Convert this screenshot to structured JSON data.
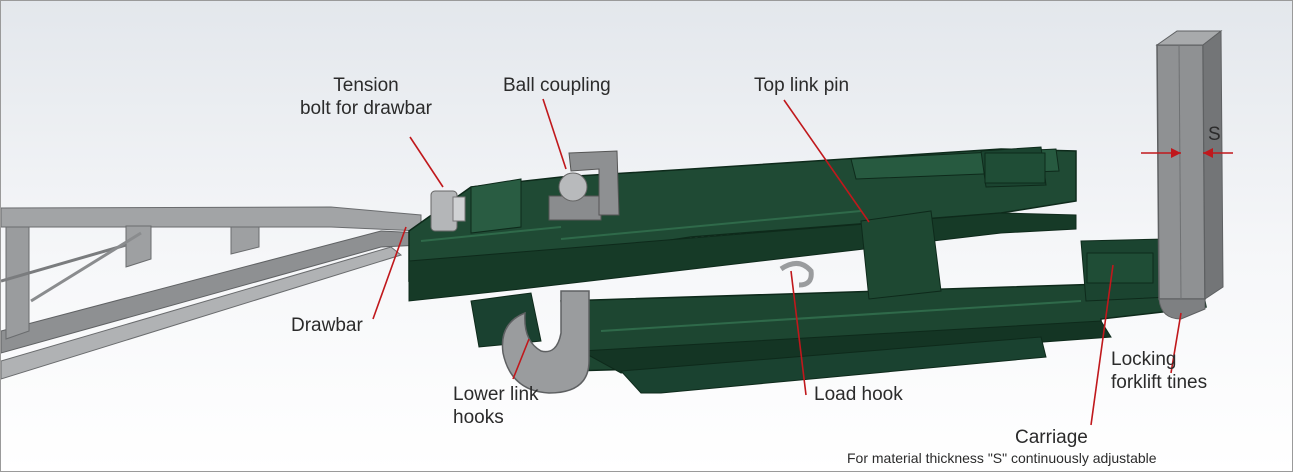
{
  "labels": {
    "tension_bolt": "Tension\nbolt for drawbar",
    "ball_coupling": "Ball coupling",
    "top_link_pin": "Top link pin",
    "s_dimension": "S",
    "drawbar": "Drawbar",
    "lower_link_hooks": "Lower link\nhooks",
    "load_hook": "Load hook",
    "locking_tines": "Locking\nforklift tines",
    "carriage": "Carriage",
    "carriage_note": "For material thickness \"S\" continuously adjustable"
  },
  "colors": {
    "frame_green": "#1f4a34",
    "frame_dark": "#123322",
    "steel_grey": "#9a9c9e",
    "leader_red": "#c0181c"
  }
}
